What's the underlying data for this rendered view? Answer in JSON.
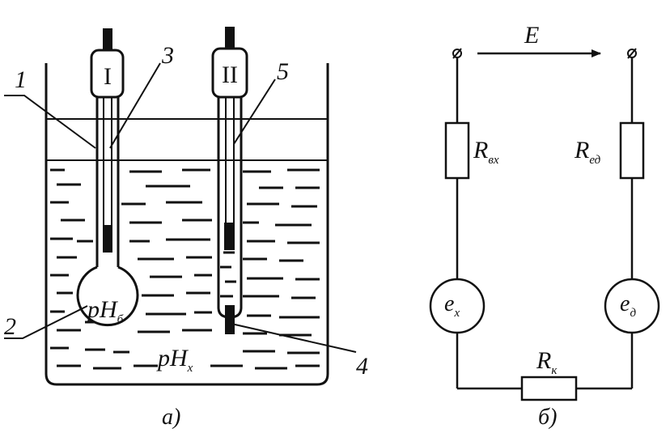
{
  "diagram_a": {
    "caption": "а)",
    "electrode_labels": {
      "left": "I",
      "right": "II"
    },
    "callouts": {
      "one": "1",
      "two": "2",
      "three": "3",
      "four": "4",
      "five": "5"
    },
    "bulb_label": {
      "main": "pH",
      "sub": "б"
    },
    "solution_label": {
      "main": "pH",
      "sub": "x"
    }
  },
  "diagram_b": {
    "caption": "б)",
    "emf_label": "E",
    "resistor_left": {
      "main": "R",
      "sub": "вх"
    },
    "resistor_right": {
      "main": "R",
      "sub": "ед"
    },
    "source_left": {
      "main": "e",
      "sub": "x"
    },
    "source_right": {
      "main": "e",
      "sub": "д"
    },
    "resistor_bottom": {
      "main": "R",
      "sub": "к"
    }
  }
}
